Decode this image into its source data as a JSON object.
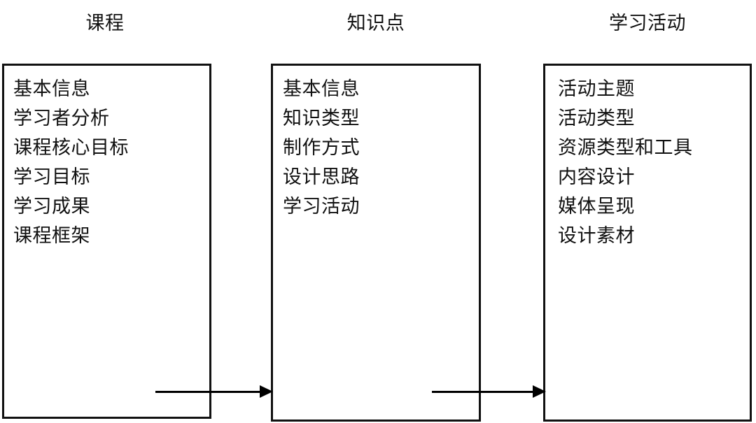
{
  "diagram": {
    "title_bar": null,
    "columns": [
      {
        "header": "课程",
        "items": [
          "基本信息",
          "学习者分析",
          "课程核心目标",
          "学习目标",
          "学习成果",
          "课程框架"
        ]
      },
      {
        "header": "知识点",
        "items": [
          "基本信息",
          "知识类型",
          "制作方式",
          "设计思路",
          "学习活动"
        ]
      },
      {
        "header": "学习活动",
        "items": [
          "活动主题",
          "活动类型",
          "资源类型和工具",
          "内容设计",
          "媒体呈现",
          "设计素材"
        ]
      }
    ],
    "connectors": [
      {
        "name": "arrow-course-to-knowledge",
        "label": ""
      },
      {
        "name": "arrow-knowledge-to-activity",
        "label": ""
      }
    ],
    "colors": {
      "stroke": "#111111",
      "text": "#111111",
      "background": "#ffffff",
      "arrow": "#000000"
    }
  }
}
